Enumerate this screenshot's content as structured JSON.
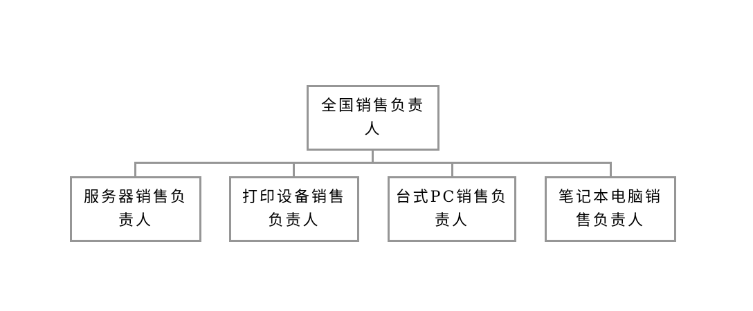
{
  "diagram": {
    "type": "org-chart",
    "root": {
      "id": "national-sales",
      "label": "全国销售负责人",
      "lines": [
        "全国销售负责",
        "人"
      ]
    },
    "children": [
      {
        "id": "server-sales",
        "label": "服务器销售负责人",
        "lines": [
          "服务器销售负",
          "责人"
        ]
      },
      {
        "id": "printing-equipment-sales",
        "label": "打印设备销售负责人",
        "lines": [
          "打印设备销售",
          "负责人"
        ]
      },
      {
        "id": "desktop-pc-sales",
        "label": "台式PC销售负责人",
        "lines": [
          "台式PC销售负",
          "责人"
        ]
      },
      {
        "id": "laptop-sales",
        "label": "笔记本电脑销售负责人",
        "lines": [
          "笔记本电脑销",
          "售负责人"
        ]
      }
    ],
    "colors": {
      "border": "#969696",
      "connector": "#969696",
      "text": "#000000",
      "background": "#ffffff"
    }
  }
}
